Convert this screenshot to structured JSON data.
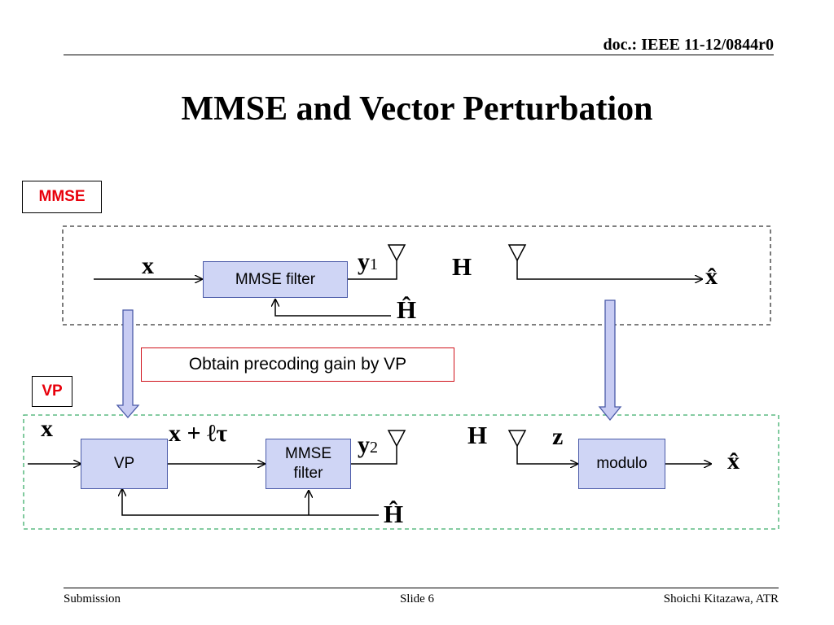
{
  "header": {
    "doc_id": "doc.: IEEE 11-12/0844r0"
  },
  "title": "MMSE and Vector Perturbation",
  "mmse_section": {
    "tag": "MMSE",
    "filter_label": "MMSE filter",
    "input_symbol": "x",
    "output_symbol": "y",
    "output_subscript": "1",
    "channel_symbol": "H",
    "estimate_symbol": "Ĥ",
    "received_symbol": "x̂"
  },
  "callout": "Obtain precoding gain by VP",
  "vp_section": {
    "tag": "VP",
    "vp_label": "VP",
    "filter_label": "MMSE\nfilter",
    "modulo_label": "modulo",
    "input_symbol": "x",
    "perturbed_symbol": "x + ℓτ",
    "output_symbol": "y",
    "output_subscript": "2",
    "channel_symbol": "H",
    "z_symbol": "z",
    "estimate_symbol": "Ĥ",
    "received_symbol": "x̂"
  },
  "footer": {
    "left": "Submission",
    "center": "Slide 6",
    "right": "Shoichi Kitazawa, ATR"
  },
  "colors": {
    "tag_text": "#e8000b",
    "callout_border": "#d0121b",
    "block_fill": "#cfd5f5",
    "block_border": "#4a5aa8",
    "vp_dash_border": "#3cae6a",
    "down_arrow_fill": "#c8ccf3"
  }
}
